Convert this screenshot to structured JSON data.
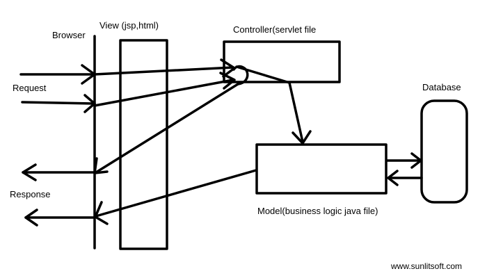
{
  "labels": {
    "browser": "Browser",
    "view": "View (jsp,html)",
    "controller": "Controller(servlet file",
    "database": "Database",
    "request": "Request",
    "response": "Response",
    "model": "Model(business logic java file)",
    "watermark": "www.sunlitsoft.com"
  },
  "colors": {
    "ink": "#000000",
    "background": "#ffffff"
  }
}
